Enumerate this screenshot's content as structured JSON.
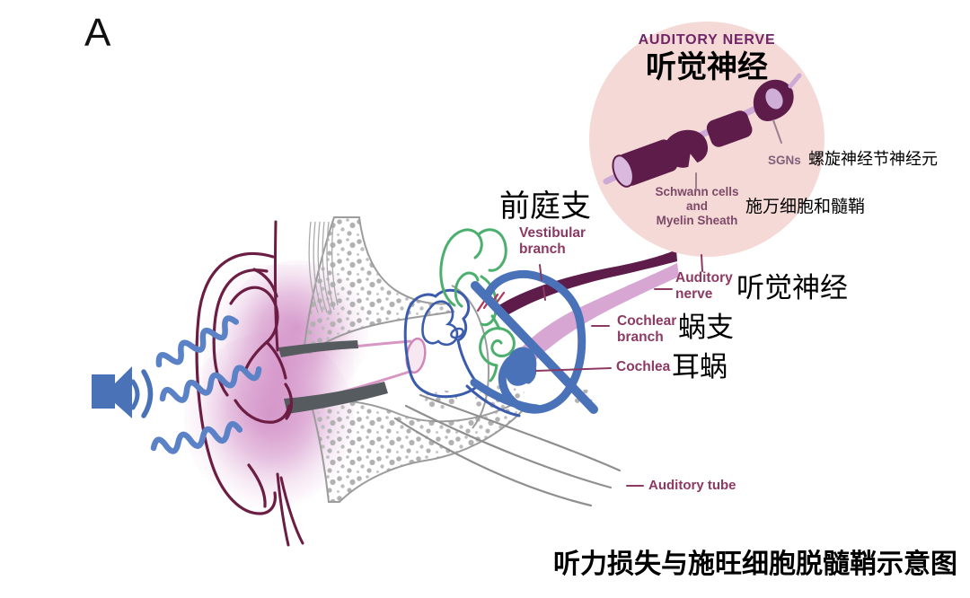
{
  "figure": {
    "panel_label": "A",
    "caption_zh": "听力损失与施旺细胞脱髓鞘示意图"
  },
  "inset": {
    "title_en": "AUDITORY NERVE",
    "title_zh": "听觉神经",
    "sgns": {
      "en": "SGNs",
      "zh": "螺旋神经节神经元"
    },
    "schwann": {
      "en_line1": "Schwann cells",
      "en_line2": "and",
      "en_line3": "Myelin Sheath",
      "zh": "施万细胞和髓鞘"
    }
  },
  "labels": {
    "vestibular_branch": {
      "zh": "前庭支",
      "en_line1": "Vestibular",
      "en_line2": "branch"
    },
    "auditory_nerve": {
      "en_line1": "Auditory",
      "en_line2": "nerve",
      "zh": "听觉神经"
    },
    "cochlear_branch": {
      "en_line1": "Cochlear",
      "en_line2": "branch",
      "zh": "蜗支"
    },
    "cochlea": {
      "en": "Cochlea",
      "zh": "耳蜗"
    },
    "auditory_tube": {
      "en": "Auditory tube"
    }
  },
  "icons": {
    "speaker": "speaker-icon",
    "hearing_loss": "crossed-ear-icon"
  },
  "colors": {
    "inset_background": "#f5d9d7",
    "nerve_dark_plum": "#5e1c4a",
    "nerve_light_mauve": "#d7a6d2",
    "axon_lavender": "#cdaad6",
    "label_maroon": "#8c3963",
    "inset_title_purple": "#702566",
    "sound_blue": "#4a73b7",
    "inner_ear_green": "#4caf6e",
    "ear_outline_maroon": "#6b1d43",
    "bone_gray": "#9c9c9c",
    "canal_pink": "#d897c3",
    "blush_pink": "#c468b3",
    "text_black": "#000000"
  }
}
